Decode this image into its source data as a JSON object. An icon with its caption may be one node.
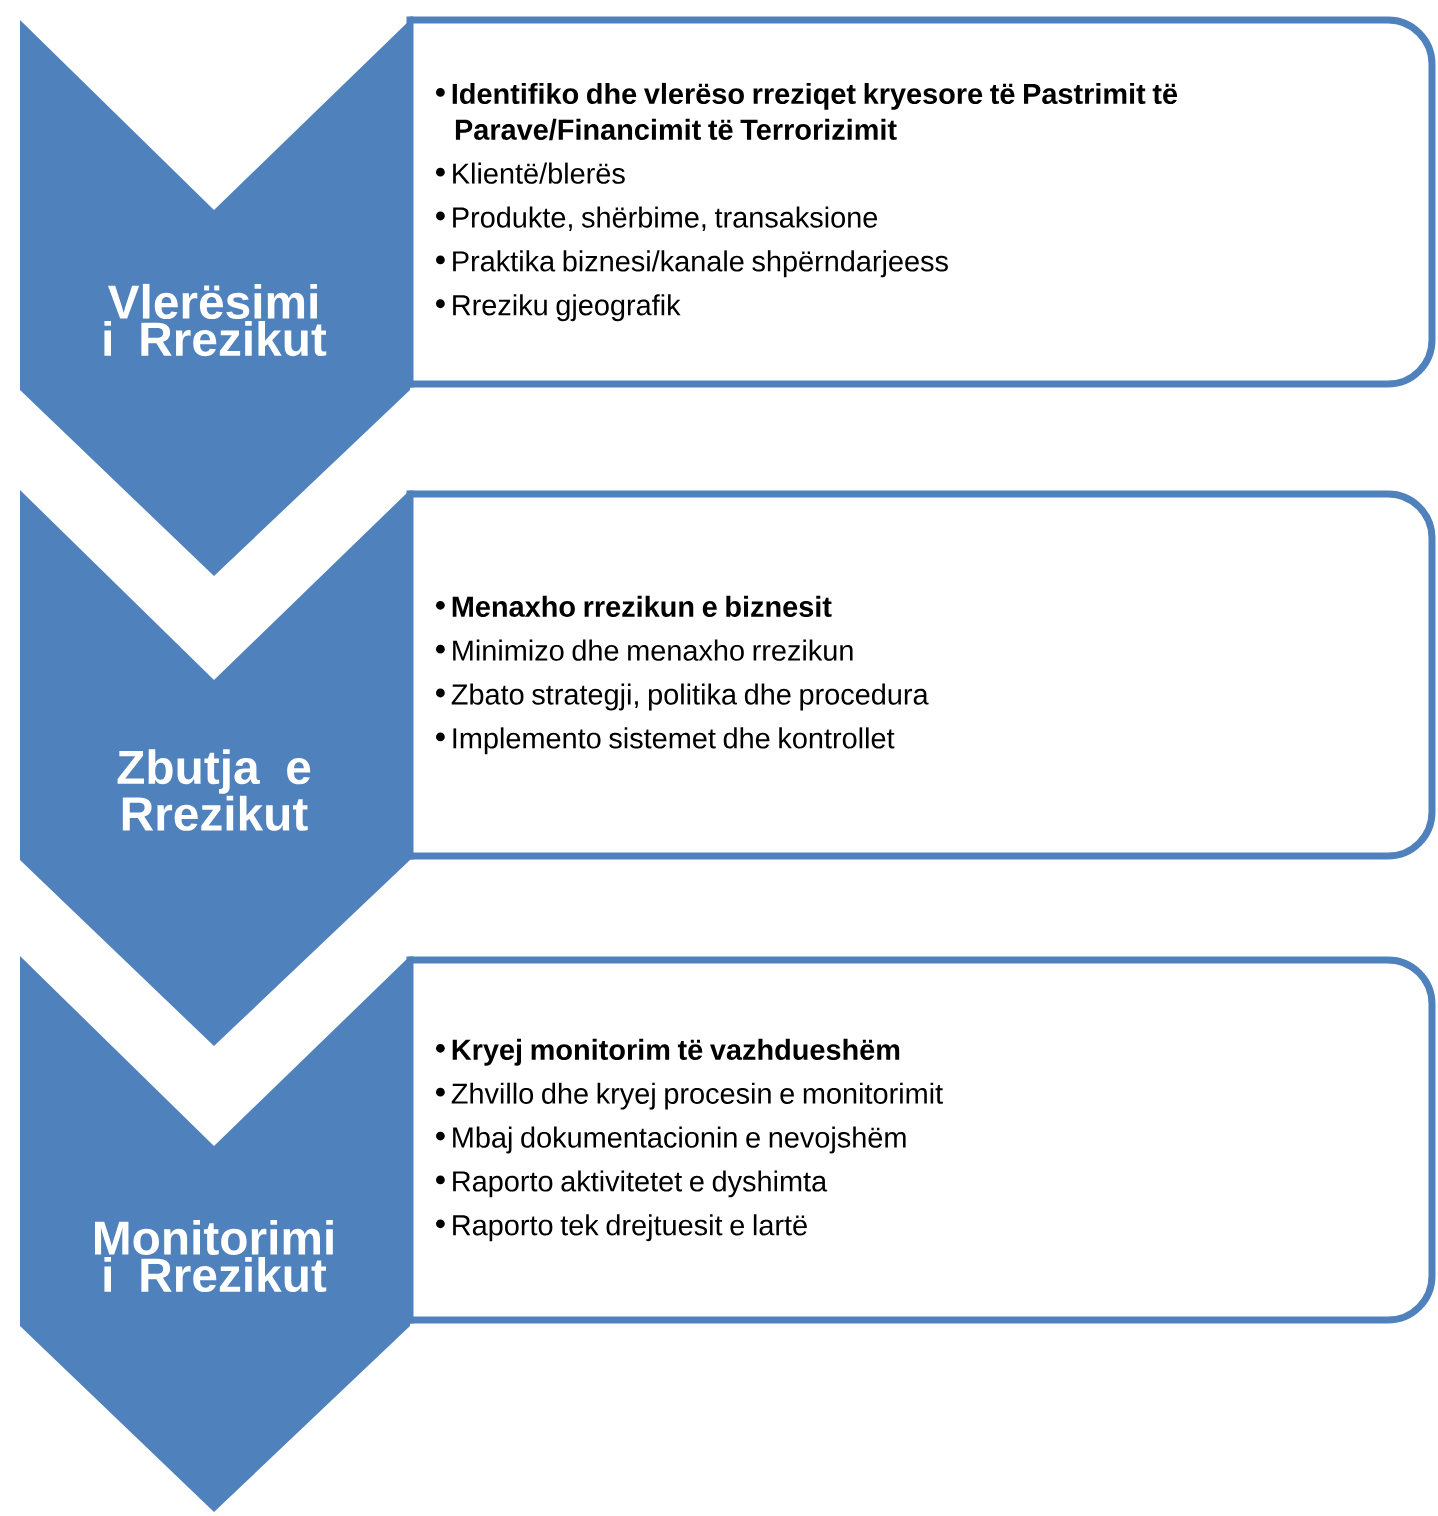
{
  "diagram": {
    "nodes": [
      {
        "text": [
          "Vlerësimi i Rrezikut"
        ]
      },
      {
        "text": [
          "Identifiko dhe vlerëso rreziqet kryesore të Pastrimit të Parave/Financimit të Terrorizimit",
          "Klientë/blerës",
          "Produkte, shërbime, transaksione",
          "Praktika biznesi/kanale shpërndarjeess",
          "Rreziku gjeografik"
        ]
      },
      {
        "text": [
          "Zbutja e Rrezikut"
        ]
      },
      {
        "text": [
          "Menaxho rrezikun e biznesit",
          "Minimizo dhe menaxho rrezikun",
          "Zbato strategji, politika dhe procedura",
          "Implemento sistemet dhe kontrollet"
        ]
      },
      {
        "text": [
          "Monitorimi i Rrezikut"
        ]
      },
      {
        "text": [
          "Kryej monitorim të vazhdueshëm",
          "Zhvillo dhe kryej procesin e monitorimit",
          "Mbaj dokumentacionin e nevojshëm",
          "Raporto aktivitetet e dyshimta",
          "Raporto tek drejtuesit e lartë"
        ]
      }
    ]
  }
}
